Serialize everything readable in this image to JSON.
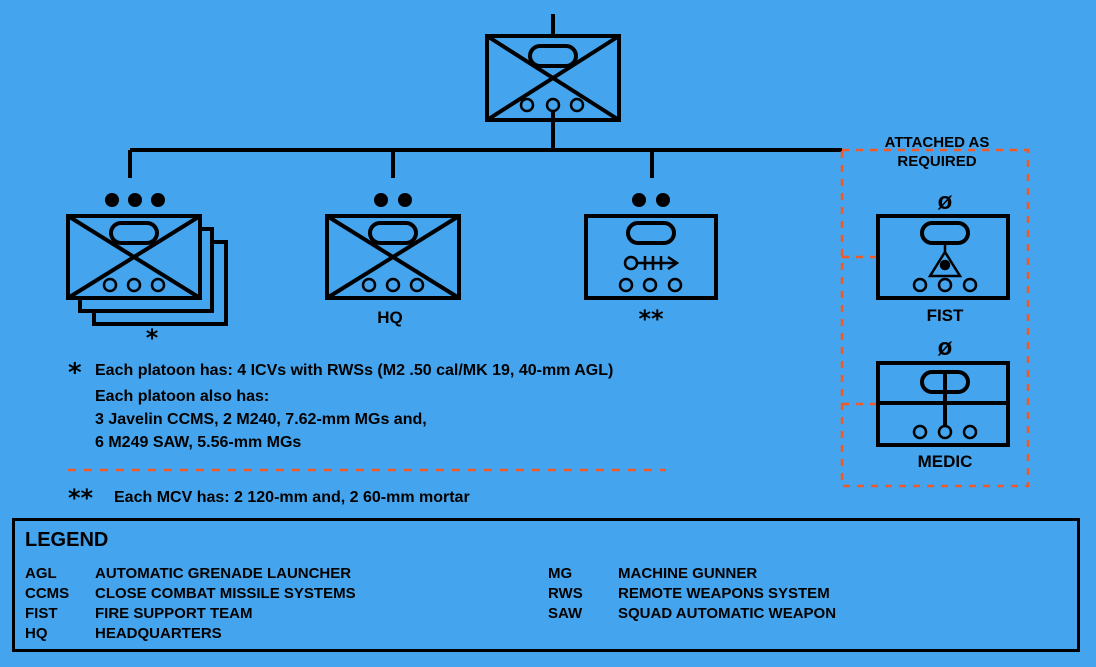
{
  "units": {
    "attached_header_line1": "ATTACHED AS",
    "attached_header_line2": "REQUIRED",
    "hq_label": "HQ",
    "fist_label": "FIST",
    "medic_label": "MEDIC",
    "platoon_marker": "*",
    "mcv_marker": "**",
    "attached_symbol": "ø"
  },
  "notes": {
    "platoon_marker": "*",
    "platoon_line1": "Each platoon has: 4 ICVs with RWSs (M2 .50 cal/MK 19, 40-mm AGL)",
    "platoon_line2": "Each platoon also has:",
    "platoon_line3": "3 Javelin CCMS, 2 M240, 7.62-mm MGs and,",
    "platoon_line4": "6 M249 SAW, 5.56-mm MGs",
    "mcv_marker": "**",
    "mcv_line": "Each MCV has: 2 120-mm and, 2 60-mm mortar"
  },
  "legend": {
    "title": "LEGEND",
    "left": [
      {
        "abbr": "AGL",
        "desc": "AUTOMATIC GRENADE LAUNCHER"
      },
      {
        "abbr": "CCMS",
        "desc": "CLOSE COMBAT MISSILE SYSTEMS"
      },
      {
        "abbr": "FIST",
        "desc": "FIRE SUPPORT TEAM"
      },
      {
        "abbr": "HQ",
        "desc": "HEADQUARTERS"
      }
    ],
    "right": [
      {
        "abbr": "MG",
        "desc": "MACHINE GUNNER"
      },
      {
        "abbr": "RWS",
        "desc": "REMOTE WEAPONS SYSTEM"
      },
      {
        "abbr": "SAW",
        "desc": "SQUAD AUTOMATIC WEAPON"
      }
    ]
  },
  "colors": {
    "background": "#44a4ee",
    "lines": "#000000",
    "attached_border": "#f05a28"
  }
}
